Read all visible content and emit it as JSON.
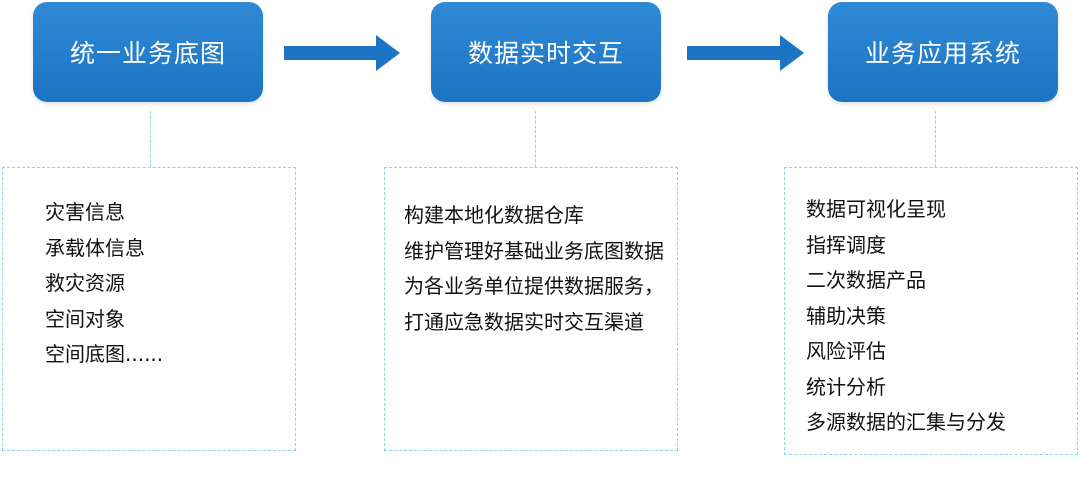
{
  "colors": {
    "stage_fill": "#2580cc",
    "stage_text": "#ffffff",
    "arrow": "#1c74c4",
    "dashed_border": "#8ad6e8",
    "body_text": "#111111"
  },
  "stages": [
    {
      "title": "统一业务底图",
      "items": [
        "灾害信息",
        "承载体信息",
        "救灾资源",
        "空间对象",
        "空间底图......"
      ]
    },
    {
      "title": "数据实时交互",
      "items": [
        "构建本地化数据仓库",
        "维护管理好基础业务底图数据",
        "为各业务单位提供数据服务，打通应急数据实时交互渠道"
      ]
    },
    {
      "title": "业务应用系统",
      "items": [
        "数据可视化呈现",
        "指挥调度",
        "二次数据产品",
        "辅助决策",
        "风险评估",
        "统计分析",
        "多源数据的汇集与分发"
      ]
    }
  ],
  "icons": {
    "arrow": "right-arrow-icon"
  }
}
